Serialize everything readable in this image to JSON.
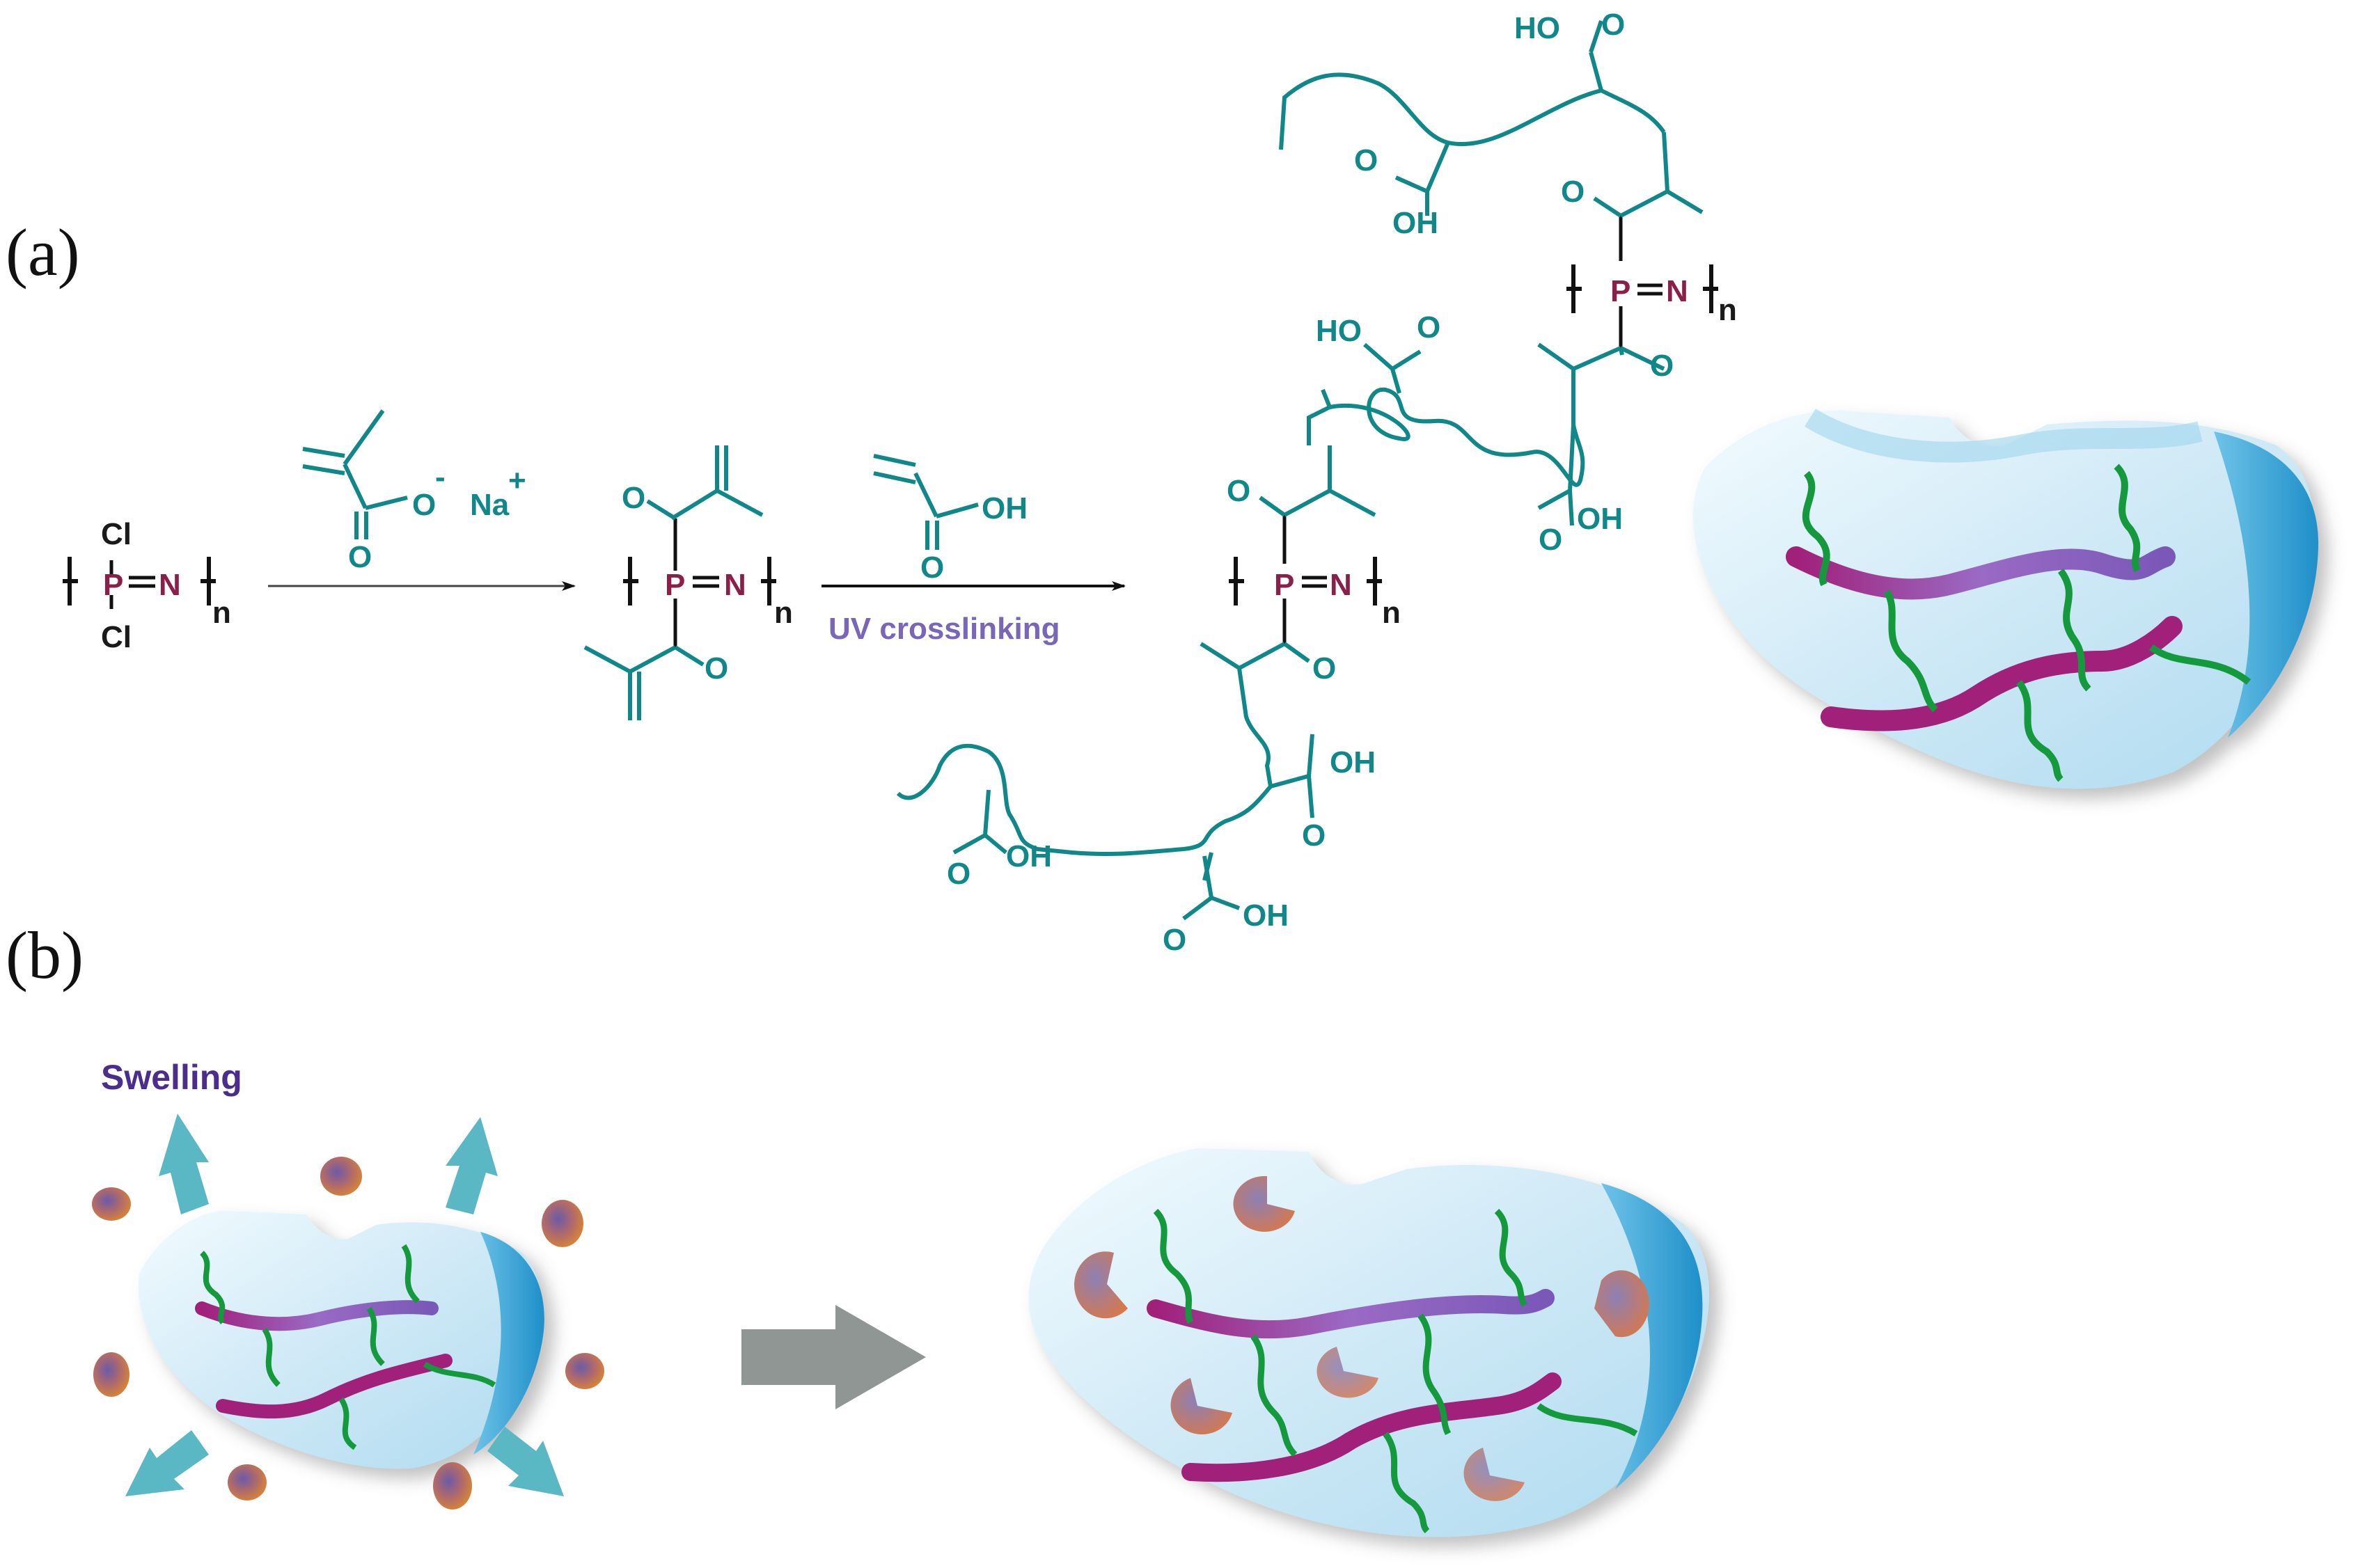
{
  "panels": {
    "a": "(a)",
    "b": "(b)"
  },
  "reaction": {
    "monomer": {
      "cl_top": "Cl",
      "cl_bottom": "Cl",
      "p": "P",
      "n": "N",
      "sub": "n"
    },
    "reagent1": {
      "o_minus": "O",
      "minus": "-",
      "na": "Na",
      "plus": "+",
      "o_carbonyl": "O"
    },
    "intermediate": {
      "o_top": "O",
      "o_bottom": "O",
      "p": "P",
      "n": "N",
      "sub": "n"
    },
    "reagent2": {
      "oh": "OH",
      "o": "O",
      "condition": "UV crosslinking"
    },
    "product": {
      "ho_top": "HO",
      "o_top": "O",
      "o_left_a": "O",
      "oh_left_a": "OH",
      "o_carb_upper": "O",
      "o_carb_upper2": "O",
      "p_upper": "P",
      "n_upper": "N",
      "sub_upper": "n",
      "ho_mid": "HO",
      "o_mid": "O",
      "o_mid_right": "O",
      "oh_mid_right": "OH",
      "o_carb_main": "O",
      "p_main": "P",
      "n_main": "N",
      "sub_main": "n",
      "o_carb_lower": "O",
      "oh_r1": "OH",
      "o_r1": "O",
      "o_l1": "O",
      "oh_l1": "OH",
      "o_b1": "O",
      "oh_b1": "OH"
    }
  },
  "swelling": {
    "label": "Swelling"
  },
  "colors": {
    "teal": "#10888a",
    "pn_purple": "#8a1f4a",
    "swelling_label": "#4a2d8c",
    "chain_magenta": "#a0207a",
    "chain_violet": "#8a5ab8",
    "crosslink_green": "#149a3c",
    "arrow_gray": "#8f9694",
    "arrow_cyan": "#5ab8c4",
    "drug_orange": "#d27a2e"
  }
}
